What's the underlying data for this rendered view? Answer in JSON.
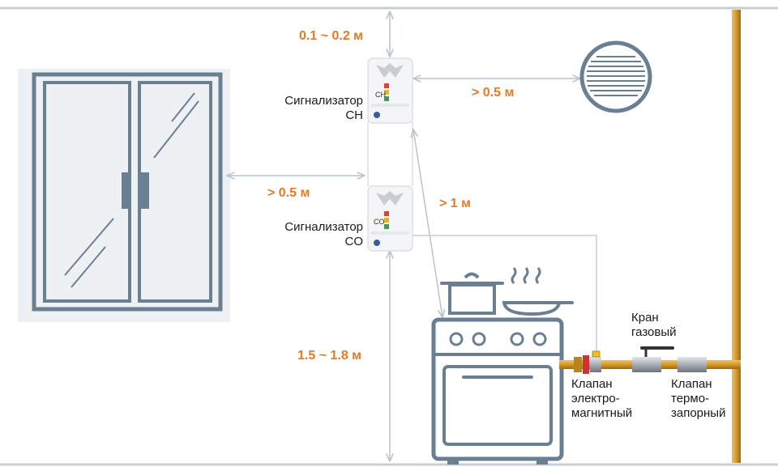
{
  "dimensions": {
    "ceiling_gap": "0.1 ~ 0.2 м",
    "vent_distance": "> 0.5 м",
    "window_distance": "> 0.5 м",
    "stove_distance": "> 1 м",
    "floor_height": "1.5 ~ 1.8 м"
  },
  "detectors": {
    "ch": {
      "label_line1": "Сигнализатор",
      "label_line2": "CH",
      "face_text": "CH"
    },
    "co": {
      "label_line1": "Сигнализатор",
      "label_line2": "CO",
      "face_text": "CO"
    }
  },
  "components": {
    "gas_tap": {
      "line1": "Кран",
      "line2": "газовый"
    },
    "solenoid_valve": {
      "line1": "Клапан",
      "line2": "электро-",
      "line3": "магнитный"
    },
    "thermal_valve": {
      "line1": "Клапан",
      "line2": "термо-",
      "line3": "запорный"
    }
  },
  "colors": {
    "accent": "#e07b26",
    "line": "#6b7f93",
    "pipe": "#d49a2a",
    "wall": "#c8ced6"
  }
}
